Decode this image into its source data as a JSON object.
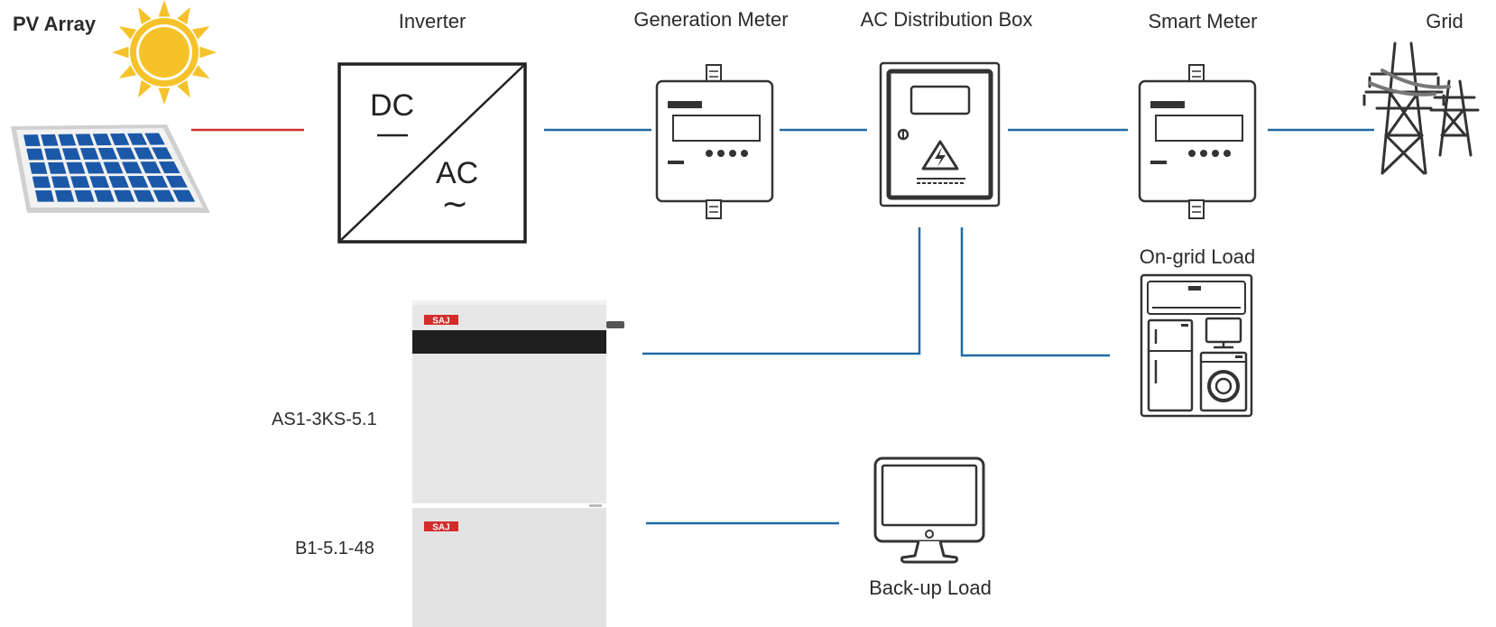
{
  "labels": {
    "pv_array": "PV Array",
    "inverter": "Inverter",
    "generation_meter": "Generation Meter",
    "ac_distribution_box": "AC Distribution Box",
    "smart_meter": "Smart Meter",
    "grid": "Grid",
    "on_grid_load": "On-grid Load",
    "backup_load": "Back-up Load",
    "battery_module_top": "AS1-3KS-5.1",
    "battery_module_bottom": "B1-5.1-48"
  },
  "inverter": {
    "dc_label": "DC",
    "ac_label": "AC",
    "ac_symbol": "∼"
  },
  "battery": {
    "brand_top": "SAJ",
    "brand_bottom": "SAJ"
  },
  "colors": {
    "dc_line": "#c9302c",
    "ac_line": "#1f6aa6",
    "sun": "#f6c22a",
    "solar_cell": "#1b58a8",
    "solar_frame": "#c7c7c7",
    "brand_red": "#d42b2b",
    "device_stroke": "#333333"
  }
}
